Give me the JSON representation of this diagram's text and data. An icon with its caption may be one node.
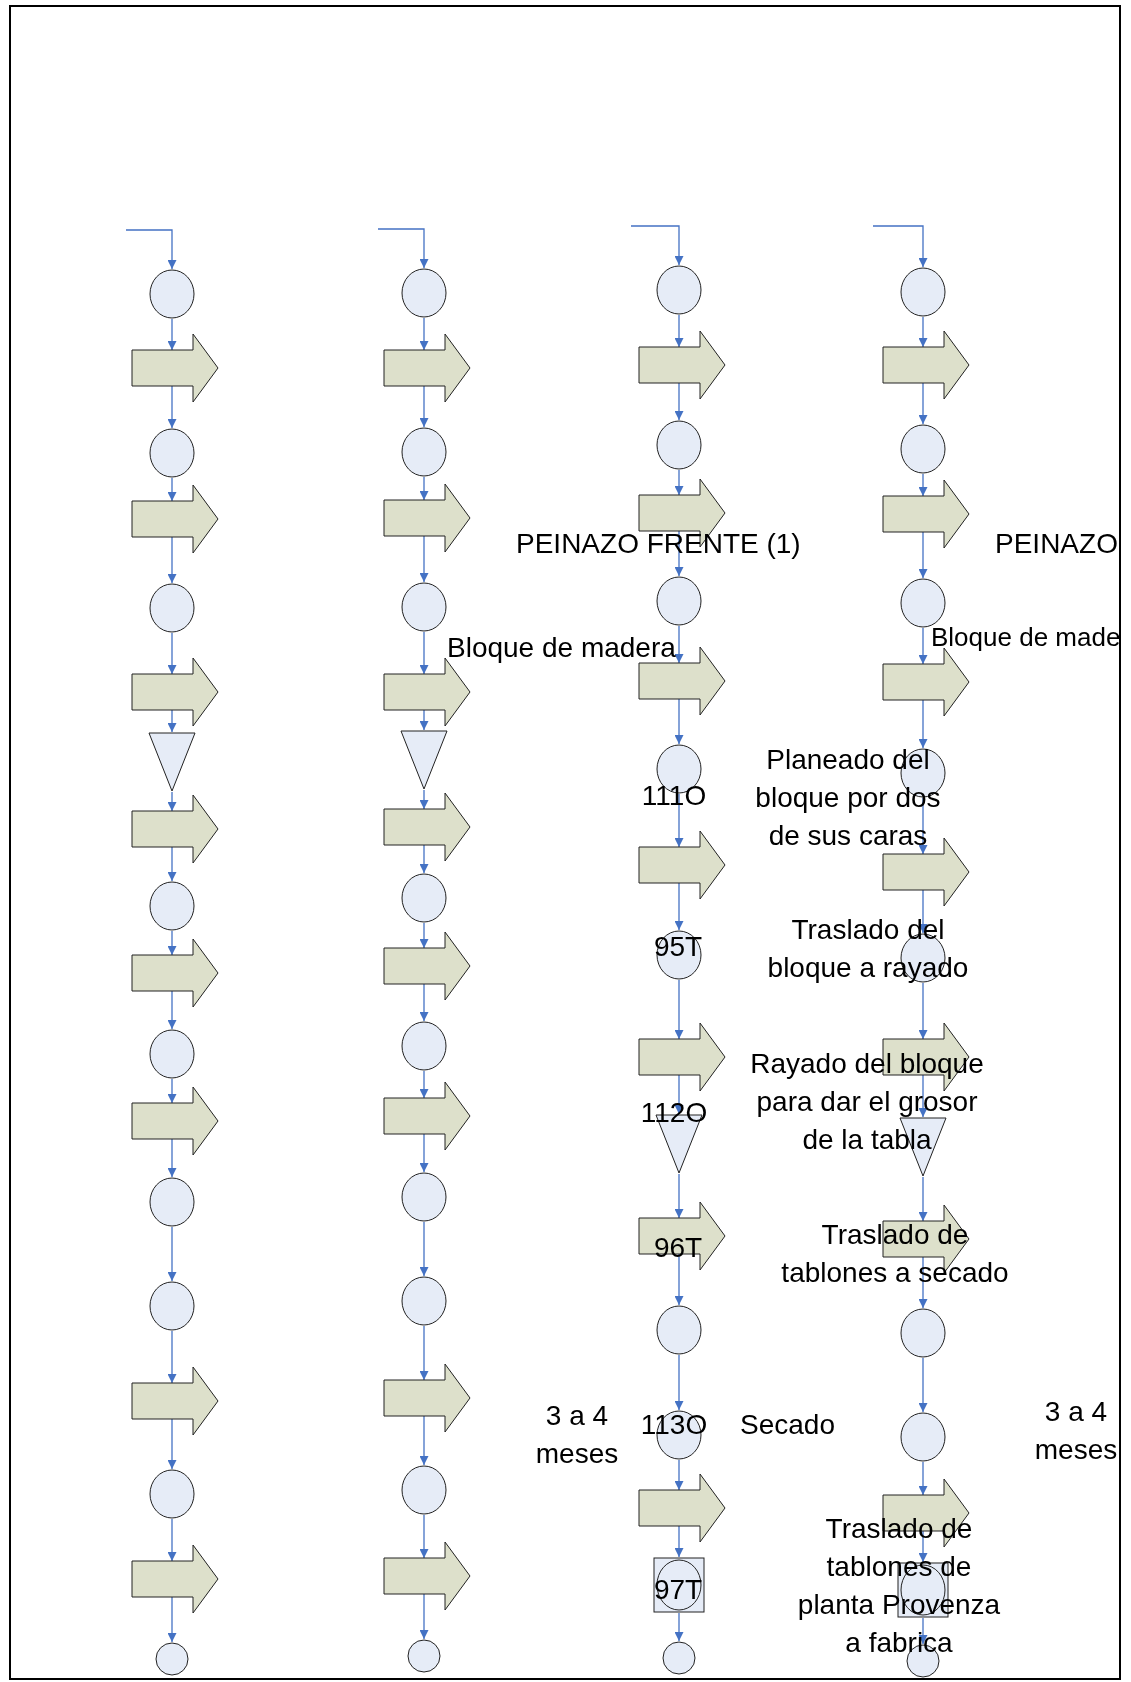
{
  "diagram": {
    "nodes": [
      {
        "text": [],
        "shape": "circle"
      },
      {
        "text": [],
        "shape": "arrow"
      },
      {
        "text": [],
        "shape": "circle"
      },
      {
        "text": [],
        "shape": "arrow"
      },
      {
        "text": [],
        "shape": "circle"
      },
      {
        "text": [],
        "shape": "arrow"
      },
      {
        "text": [],
        "shape": "triangle"
      },
      {
        "text": [],
        "shape": "arrow"
      },
      {
        "text": [],
        "shape": "circle"
      },
      {
        "text": [],
        "shape": "arrow"
      },
      {
        "text": [],
        "shape": "circle"
      },
      {
        "text": [],
        "shape": "arrow"
      },
      {
        "text": [],
        "shape": "circle"
      },
      {
        "text": [],
        "shape": "circle"
      },
      {
        "text": [],
        "shape": "arrow"
      },
      {
        "text": [],
        "shape": "circle"
      },
      {
        "text": [],
        "shape": "arrow"
      },
      {
        "text": [],
        "shape": "circle"
      },
      {
        "text": [],
        "shape": "circle"
      },
      {
        "text": [],
        "shape": "arrow"
      },
      {
        "text": [],
        "shape": "circle"
      },
      {
        "text": [],
        "shape": "arrow"
      },
      {
        "text": [],
        "shape": "circle"
      },
      {
        "text": [],
        "shape": "arrow"
      },
      {
        "text": [],
        "shape": "triangle"
      },
      {
        "text": [],
        "shape": "arrow"
      },
      {
        "text": [],
        "shape": "circle"
      },
      {
        "text": [],
        "shape": "arrow"
      },
      {
        "text": [],
        "shape": "circle"
      },
      {
        "text": [],
        "shape": "arrow"
      },
      {
        "text": [],
        "shape": "circle"
      },
      {
        "text": [],
        "shape": "circle"
      },
      {
        "text": [],
        "shape": "arrow"
      },
      {
        "text": [],
        "shape": "circle"
      },
      {
        "text": [],
        "shape": "arrow"
      },
      {
        "text": [],
        "shape": "circle"
      },
      {
        "text": [],
        "shape": "circle"
      },
      {
        "text": [],
        "shape": "arrow"
      },
      {
        "text": [],
        "shape": "circle"
      },
      {
        "text": [],
        "shape": "arrow"
      },
      {
        "text": [],
        "shape": "circle"
      },
      {
        "text": [],
        "shape": "arrow"
      },
      {
        "text": [],
        "shape": "circle"
      },
      {
        "text": [],
        "shape": "arrow"
      },
      {
        "text": [],
        "shape": "circle"
      },
      {
        "text": [],
        "shape": "arrow"
      },
      {
        "text": [],
        "shape": "triangle"
      },
      {
        "text": [],
        "shape": "arrow"
      },
      {
        "text": [],
        "shape": "circle"
      },
      {
        "text": [],
        "shape": "circle"
      },
      {
        "text": [],
        "shape": "arrow"
      },
      {
        "text": [],
        "shape": "square"
      },
      {
        "text": [],
        "shape": "circle"
      },
      {
        "text": [],
        "shape": "circle"
      },
      {
        "text": [],
        "shape": "arrow"
      },
      {
        "text": [],
        "shape": "circle"
      },
      {
        "text": [],
        "shape": "arrow"
      },
      {
        "text": [],
        "shape": "circle"
      },
      {
        "text": [],
        "shape": "arrow"
      },
      {
        "text": [],
        "shape": "circle"
      },
      {
        "text": [],
        "shape": "arrow"
      },
      {
        "text": [],
        "shape": "circle"
      },
      {
        "text": [],
        "shape": "arrow"
      },
      {
        "text": [],
        "shape": "triangle"
      },
      {
        "text": [],
        "shape": "arrow"
      },
      {
        "text": [],
        "shape": "circle"
      },
      {
        "text": [],
        "shape": "circle"
      },
      {
        "text": [],
        "shape": "arrow"
      },
      {
        "text": [],
        "shape": "square"
      },
      {
        "text": [],
        "shape": "circle"
      }
    ],
    "edges": [
      {
        "from": null,
        "to": 0,
        "arrow": "to"
      },
      {
        "from": 0,
        "to": 1,
        "arrow": "to"
      },
      {
        "from": 1,
        "to": 2,
        "arrow": "to"
      },
      {
        "from": 2,
        "to": 3,
        "arrow": "to"
      },
      {
        "from": 3,
        "to": 4,
        "arrow": "to"
      },
      {
        "from": 4,
        "to": 5,
        "arrow": "to"
      },
      {
        "from": 5,
        "to": 6,
        "arrow": "to"
      },
      {
        "from": 6,
        "to": 7,
        "arrow": "to"
      },
      {
        "from": 7,
        "to": 8,
        "arrow": "to"
      },
      {
        "from": 8,
        "to": 9,
        "arrow": "to"
      },
      {
        "from": 9,
        "to": 10,
        "arrow": "to"
      },
      {
        "from": 10,
        "to": 11,
        "arrow": "to"
      },
      {
        "from": 11,
        "to": 12,
        "arrow": "to"
      },
      {
        "from": 12,
        "to": 13,
        "arrow": "to"
      },
      {
        "from": 13,
        "to": 14,
        "arrow": "to"
      },
      {
        "from": 14,
        "to": 15,
        "arrow": "to"
      },
      {
        "from": 15,
        "to": 16,
        "arrow": "to"
      },
      {
        "from": 16,
        "to": 17,
        "arrow": "to"
      },
      {
        "from": null,
        "to": 18,
        "arrow": "to"
      },
      {
        "from": 18,
        "to": 19,
        "arrow": "to"
      },
      {
        "from": 19,
        "to": 20,
        "arrow": "to"
      },
      {
        "from": 20,
        "to": 21,
        "arrow": "to"
      },
      {
        "from": 21,
        "to": 22,
        "arrow": "to"
      },
      {
        "from": 22,
        "to": 23,
        "arrow": "to"
      },
      {
        "from": 23,
        "to": 24,
        "arrow": "to"
      },
      {
        "from": 24,
        "to": 25,
        "arrow": "to"
      },
      {
        "from": 25,
        "to": 26,
        "arrow": "to"
      },
      {
        "from": 26,
        "to": 27,
        "arrow": "to"
      },
      {
        "from": 27,
        "to": 28,
        "arrow": "to"
      },
      {
        "from": 28,
        "to": 29,
        "arrow": "to"
      },
      {
        "from": 29,
        "to": 30,
        "arrow": "to"
      },
      {
        "from": 30,
        "to": 31,
        "arrow": "to"
      },
      {
        "from": 31,
        "to": 32,
        "arrow": "to"
      },
      {
        "from": 32,
        "to": 33,
        "arrow": "to"
      },
      {
        "from": 33,
        "to": 34,
        "arrow": "to"
      },
      {
        "from": 34,
        "to": 35,
        "arrow": "to"
      },
      {
        "from": null,
        "to": 36,
        "arrow": "to"
      },
      {
        "from": 36,
        "to": 37,
        "arrow": "to"
      },
      {
        "from": 37,
        "to": 38,
        "arrow": "to"
      },
      {
        "from": 38,
        "to": 39,
        "arrow": "to"
      },
      {
        "from": 39,
        "to": 40,
        "arrow": "to"
      },
      {
        "from": 40,
        "to": 41,
        "arrow": "to"
      },
      {
        "from": 41,
        "to": 42,
        "arrow": "to"
      },
      {
        "from": 42,
        "to": 43,
        "arrow": "to"
      },
      {
        "from": 43,
        "to": 44,
        "arrow": "to"
      },
      {
        "from": 44,
        "to": 45,
        "arrow": "to"
      },
      {
        "from": 45,
        "to": 46,
        "arrow": "to"
      },
      {
        "from": 46,
        "to": 47,
        "arrow": "to"
      },
      {
        "from": 47,
        "to": 48,
        "arrow": "to"
      },
      {
        "from": 48,
        "to": 49,
        "arrow": "to"
      },
      {
        "from": 49,
        "to": 50,
        "arrow": "to"
      },
      {
        "from": 50,
        "to": 51,
        "arrow": "to"
      },
      {
        "from": 51,
        "to": 52,
        "arrow": "to"
      },
      {
        "from": null,
        "to": 53,
        "arrow": "to"
      },
      {
        "from": 53,
        "to": 54,
        "arrow": "to"
      },
      {
        "from": 54,
        "to": 55,
        "arrow": "to"
      },
      {
        "from": 55,
        "to": 56,
        "arrow": "to"
      },
      {
        "from": 56,
        "to": 57,
        "arrow": "to"
      },
      {
        "from": 57,
        "to": 58,
        "arrow": "to"
      },
      {
        "from": 58,
        "to": 59,
        "arrow": "to"
      },
      {
        "from": 59,
        "to": 60,
        "arrow": "to"
      },
      {
        "from": 60,
        "to": 61,
        "arrow": "to"
      },
      {
        "from": 61,
        "to": 62,
        "arrow": "to"
      },
      {
        "from": 62,
        "to": 63,
        "arrow": "to"
      },
      {
        "from": 63,
        "to": 64,
        "arrow": "to"
      },
      {
        "from": 64,
        "to": 65,
        "arrow": "to"
      },
      {
        "from": 65,
        "to": 66,
        "arrow": "to"
      },
      {
        "from": 66,
        "to": 67,
        "arrow": "to"
      },
      {
        "from": 67,
        "to": 68,
        "arrow": "to"
      },
      {
        "from": 68,
        "to": 69,
        "arrow": "to"
      }
    ],
    "labels": [
      "PEINAZO FRENTE (1)",
      "PEINAZO",
      "Bloque de madera",
      "Bloque de made",
      "111O",
      "Planeado del bloque por dos de sus caras",
      "95T",
      "Traslado del bloque a rayado",
      "Rayado del bloque para dar el grosor de la tabla",
      "112O",
      "96T",
      "Traslado de tablones a secado",
      "3 a 4 meses",
      "113O",
      "Secado",
      "3 a 4 meses",
      "Traslado de tablones de planta Provenza a fabrica",
      "97T"
    ]
  }
}
